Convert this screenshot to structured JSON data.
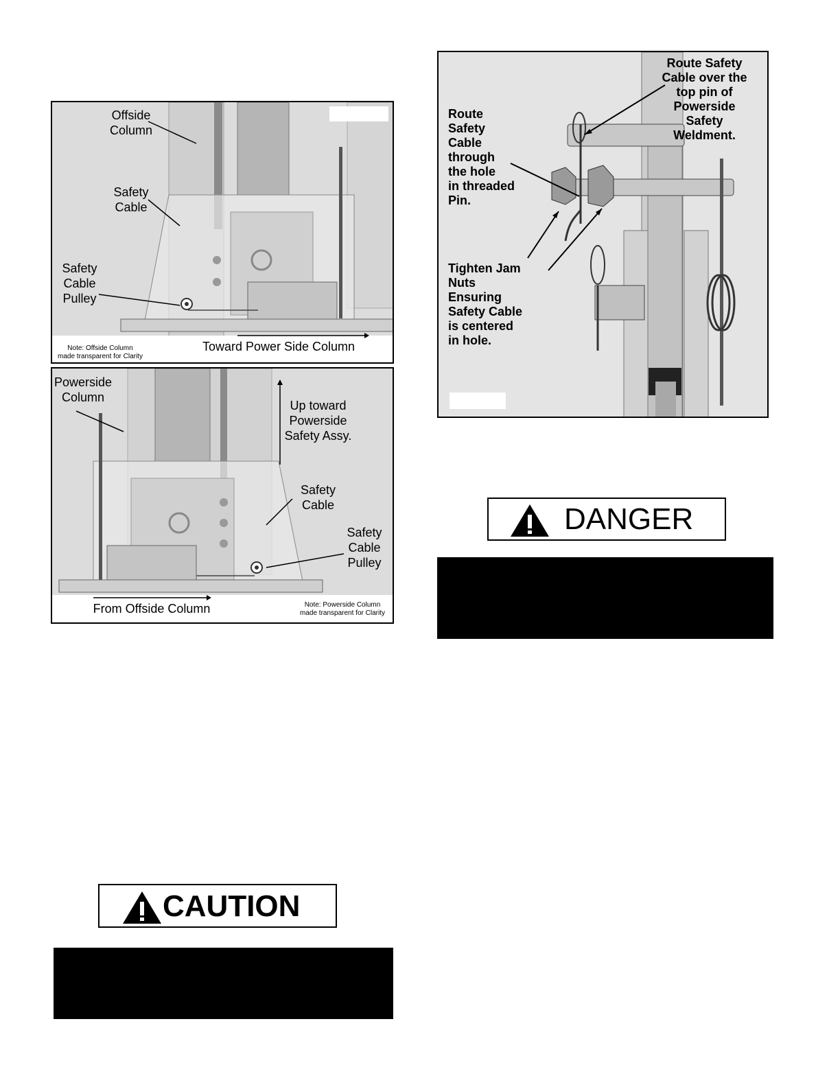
{
  "figure_offside": {
    "offside_column": "Offside\nColumn",
    "safety_cable": "Safety\nCable",
    "safety_cable_pulley": "Safety\nCable\nPulley",
    "toward": "Toward Power Side Column",
    "note": "Note: Offside Column\nmade transparent for Clarity"
  },
  "figure_powerside": {
    "powerside_column": "Powerside\nColumn",
    "up_toward": "Up toward\nPowerside\nSafety Assy.",
    "safety_cable": "Safety\nCable",
    "safety_cable_pulley": "Safety\nCable\nPulley",
    "from": "From Offside Column",
    "note": "Note: Powerside Column\nmade transparent for Clarity"
  },
  "figure_safety": {
    "route_over": "Route Safety\nCable over the\ntop pin of\nPowerside\nSafety\nWeldment.",
    "route_through": "Route\nSafety\nCable\nthrough\nthe hole\nin threaded\nPin.",
    "tighten": "Tighten Jam\nNuts\nEnsuring\nSafety Cable\nis centered\nin hole."
  },
  "danger_sign": {
    "word": "DANGER"
  },
  "caution_sign": {
    "word": "CAUTION"
  }
}
